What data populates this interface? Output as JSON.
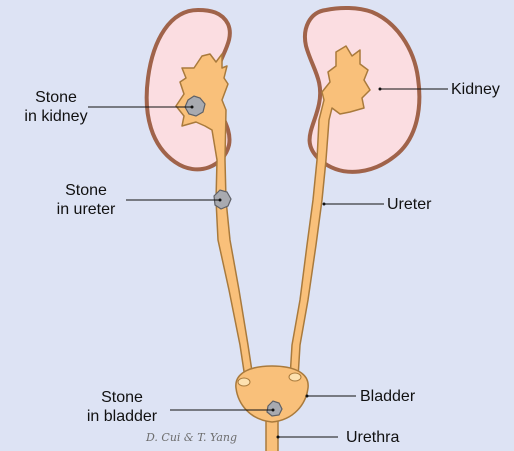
{
  "labels": {
    "stone_in_kidney": [
      "Stone",
      "in kidney"
    ],
    "stone_in_ureter": [
      "Stone",
      "in ureter"
    ],
    "stone_in_bladder": [
      "Stone",
      "in bladder"
    ],
    "kidney": "Kidney",
    "ureter": "Ureter",
    "bladder": "Bladder",
    "urethra": "Urethra"
  },
  "credit": "D. Cui & T. Yang",
  "colors": {
    "background": "#dde3f4",
    "kidney_fill": "#fbdde1",
    "kidney_outline": "#a0634a",
    "tract_fill": "#f9c07a",
    "tract_outline": "#a97a3c",
    "stone_fill": "#a8aab0",
    "stone_outline": "#5e6066",
    "leader_line": "#111111"
  }
}
